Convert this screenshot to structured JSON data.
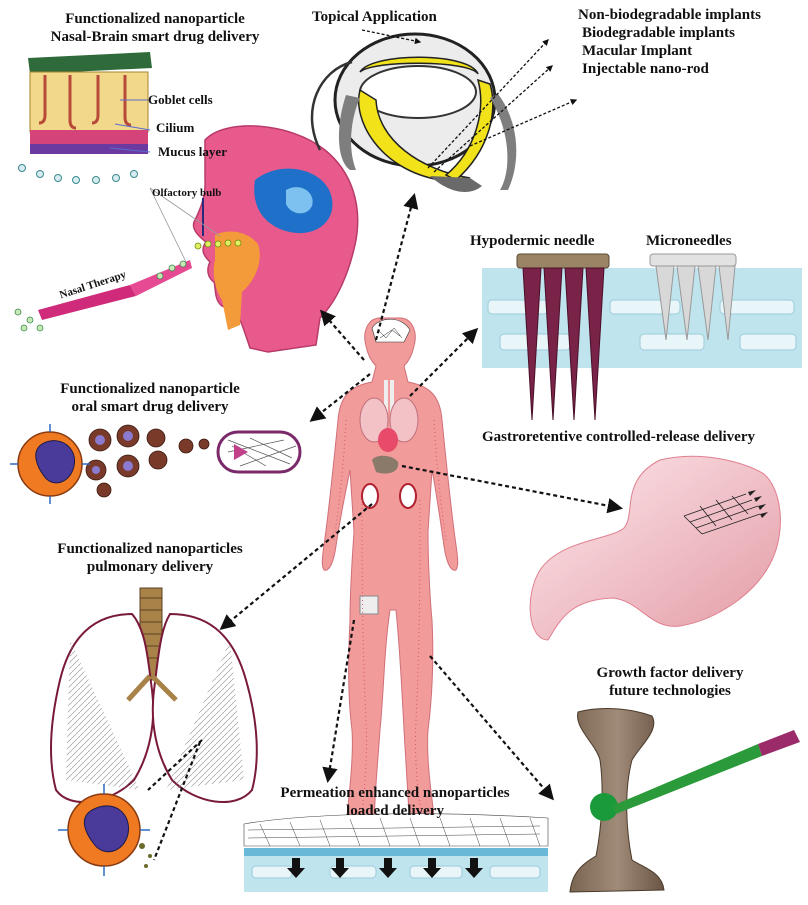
{
  "labels": {
    "nasal_title_1": "Functionalized nanoparticle",
    "nasal_title_2": "Nasal-Brain smart drug delivery",
    "goblet": "Goblet cells",
    "cilium": "Cilium",
    "mucus": "Mucus layer",
    "olfactory": "Olfactory bulb",
    "nasal_therapy": "Nasal Therapy",
    "topical": "Topical Application",
    "implants": [
      "Non-biodegradable implants",
      "Biodegradable implants",
      "Macular Implant",
      "Injectable nano-rod"
    ],
    "hypodermic": "Hypodermic needle",
    "microneedles": "Microneedles",
    "oral_1": "Functionalized nanoparticle",
    "oral_2": "oral smart drug delivery",
    "gastro": "Gastroretentive controlled-release delivery",
    "pulm_1": "Functionalized nanoparticles",
    "pulm_2": "pulmonary delivery",
    "growth_1": "Growth factor delivery",
    "growth_2": "future technologies",
    "perm_1": "Permeation enhanced nanoparticles",
    "perm_2": "loaded delivery"
  },
  "colors": {
    "head": "#e85a8c",
    "body": "#f19b9b",
    "skin_band": "#bfe4ee",
    "needle": "#7a2348",
    "lens_yellow": "#f1e21a",
    "bone": "#8a7360",
    "nanoparticle": "#f07a22"
  }
}
